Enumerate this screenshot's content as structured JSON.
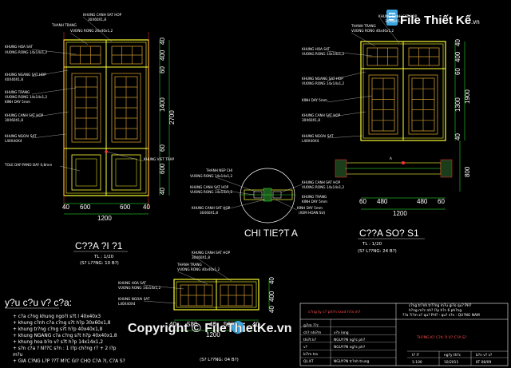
{
  "logo": {
    "text": "File Thiết Kế",
    "suffix": ".vn"
  },
  "labels": {
    "d1": [
      "KHUNG CANH SAT HOP",
      "30X60X1,8",
      "THANH TRANG",
      "VUONG RONG 20x40x1,2",
      "KHUNG HOA SAT",
      "VUONG RONG 14x14x1,2",
      "KHUNG NGANG SAT HOP",
      "40X40X1,8",
      "KHUNG TRANG",
      "VUONG RONG 14x14x1,2",
      "KINH DAY 5mm",
      "KHUNG CANH SAT HOP",
      "30X60X1,8",
      "KHUNG NGOAI SAT",
      "L40X40X4",
      "KHUNG VIET TRAP",
      "TOLE DAP PANO DAY 0,8mm"
    ],
    "d2": [
      "KHUNG CANH SAT HOP",
      "30X60X1,8",
      "THANH TRANG",
      "VUONG RONG 40x40x1,2",
      "KHUNG HOA SAT",
      "VUONG RONG 14x14x1,2",
      "KHUNG NGANG SAT HOP",
      "VUONG RONG 14x14x1,2",
      "KINH DAY 5mm",
      "KHUNG CANH SAT HOP",
      "30X60X1,8",
      "KHUNG NGOAI SAT",
      "L40X40X4"
    ],
    "detail": [
      "THANH NEP CHI",
      "VUONG RONG 14x14x1,2",
      "KHUNG CANH SAT HOP",
      "VUONG RONG 14x14x1,2",
      "KHUNG CANH SAT HOP",
      "30X60X1,8",
      "KHUNG CANH SAT HOP",
      "VUONG RONG 14x14x1,2",
      "KINH DAY 5mm",
      "(XEM HOAN SU)",
      "KHUNG TRANG",
      "KINH DAY 5mm"
    ],
    "w": [
      "KHUNG CANH SAT HOP",
      "30X60X1,8",
      "THANH TRANG",
      "VUONG RONG 40x40x1,2",
      "KHUNG HOA SAT",
      "VUONG RONG 14x14x1,2",
      "KHUNG NGOAI SAT",
      "L40X40X4"
    ],
    "section_mark": "A"
  },
  "dims": {
    "d1_bottom": [
      "40",
      "600",
      "600",
      "40"
    ],
    "d1_total": "1200",
    "d1_right": [
      "40",
      "400",
      "60",
      "1400",
      "2700",
      "60",
      "600",
      "40"
    ],
    "d2_bottom": [
      "60",
      "480",
      "480",
      "60"
    ],
    "d2_total": "1200",
    "d2_right": [
      "40",
      "400",
      "60",
      "1300",
      "1900",
      "40"
    ],
    "d2_right2": [
      "800"
    ],
    "w_bottom": [
      "40",
      "580",
      "40",
      "580",
      "40"
    ],
    "w_total": "1200",
    "w_right": [
      "40",
      "400",
      "40"
    ]
  },
  "titles": {
    "door": "C??A ?I ?1",
    "door_scale": "TL : 1/20",
    "door_qty": "(S? L??NG: 10 B?)",
    "window": "C??A SO? S1",
    "window_scale": "TL : 1/20",
    "window_qty": "(S? L??NG: 24 B?)",
    "detail": "CHI TIE?T A",
    "small_qty": "(S? L??NG: 04 B?)"
  },
  "notes": {
    "heading": "y?u c?u v? c?a:",
    "items": [
      "+ c?a c?ng khung ngo?i s?t l 40x40x3",
      "+ khung c?nh c?a c?ng s?t h?p 30x60x1,8",
      "+ khung tr?ng c?ng s?t h?p 40x40x1,8",
      "+ khung NGANG c?a c?ng s?t h?p 40x40x1,8",
      "+ khung hoa b?o v? s?t h?p 14x14x1,2",
      "+ s?n c?a ? N??C s?n : 1 l?p ch?ng r? + 2 l?p",
      "   m?u",
      "+ GIA C?NG L?P ??T M?C GI? CHO C?A ?I, C?A S?"
    ]
  },
  "title_block": {
    "project_lines": [
      "c?ng ty c? ph?n txxd h?a m?",
      "c?ng tr?nh tr??ng m?u gi?o qu? PH?",
      "h?ng m?c nh? l?p h?c 6 ph?ng",
      "??a ?i?m x? qu? PH? - qu? s?n - QU?NG NAM"
    ],
    "rows": [
      {
        "role": "gi?m ??c",
        "name": ""
      },
      {
        "role": "ch? nhi?m",
        "name": "v?n long"
      },
      {
        "role": "thi?t k?",
        "name": "NGUY?N ng?c ph?"
      },
      {
        "role": "v?",
        "name": "NGUY?N ng?c ph?"
      },
      {
        "role": "ki?m tra",
        "name": ""
      },
      {
        "role": "QL.KT",
        "name": "NGUY?N tr?nh trung"
      }
    ],
    "drawing_title": "TH?NG K? C?A ?I V? C?A S?",
    "meta_headers": [
      "t? l?",
      "ng?y th?c",
      "b?n v? s?"
    ],
    "meta_values": [
      "1:100",
      "10/2011",
      "KT 08/09"
    ]
  },
  "watermark": "Copyright © FileThietKe.vn"
}
